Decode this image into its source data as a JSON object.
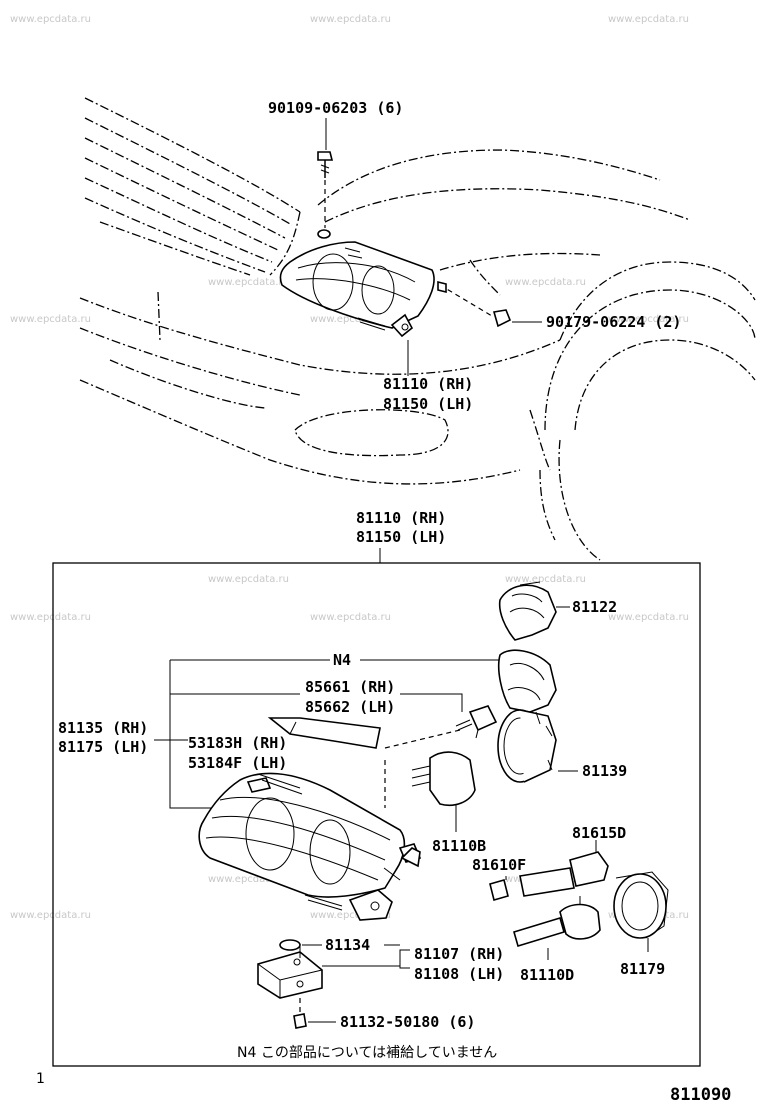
{
  "watermark": "www.epcdata.ru",
  "diagram_code": "811090",
  "page_mark": "1",
  "footnote": "N4  この部品については補給していません",
  "labels": {
    "bolt": "90109-06203 (6)",
    "nut": "90179-06224 (2)",
    "assy_top_rh": "81110 (RH)",
    "assy_top_lh": "81150 (LH)",
    "assy_box_rh": "81110 (RH)",
    "assy_box_lh": "81150 (LH)",
    "socket_cover": "81122",
    "n4": "N4",
    "bulb_rh": "85661 (RH)",
    "bulb_lh": "85662 (LH)",
    "lens_rh": "81135 (RH)",
    "lens_lh": "81175 (LH)",
    "molding_rh": "53183H (RH)",
    "molding_lh": "53184F (LH)",
    "socket": "81139",
    "bulb_b": "81110B",
    "holder_d": "81615D",
    "bulb_f": "81610F",
    "gasket": "81134",
    "computer_rh": "81107 (RH)",
    "computer_lh": "81108 (LH)",
    "bulb_d": "81110D",
    "ring": "81179",
    "bolt2": "81132-50180 (6)"
  }
}
